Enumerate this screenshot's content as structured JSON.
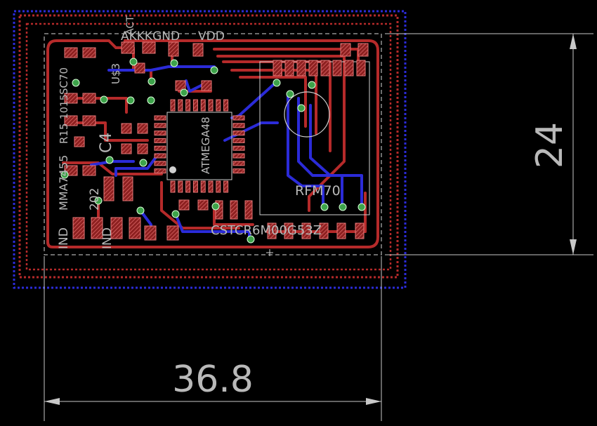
{
  "board": {
    "dimensions": {
      "width_label": "36.8",
      "height_label": "24"
    },
    "components": {
      "mcu": "ATMEGA48",
      "radio": "RFM70",
      "radio_pins_label": "CSTCR6M00G53Z",
      "c4": "C4",
      "u": "U$3",
      "q": "SC70",
      "l": "1015",
      "r": "R15",
      "ma": "MMA7455",
      "ind1": "IND",
      "ind2": "IND",
      "n202": "202",
      "top_labels": [
        "AKKKGND",
        "VDD",
        "ACT"
      ]
    },
    "colors": {
      "top_copper": "#b52a2a",
      "bottom_copper": "#2b2bd8",
      "via": "#3da34a",
      "silkscreen": "#b9b9b9",
      "background": "#000000"
    }
  }
}
